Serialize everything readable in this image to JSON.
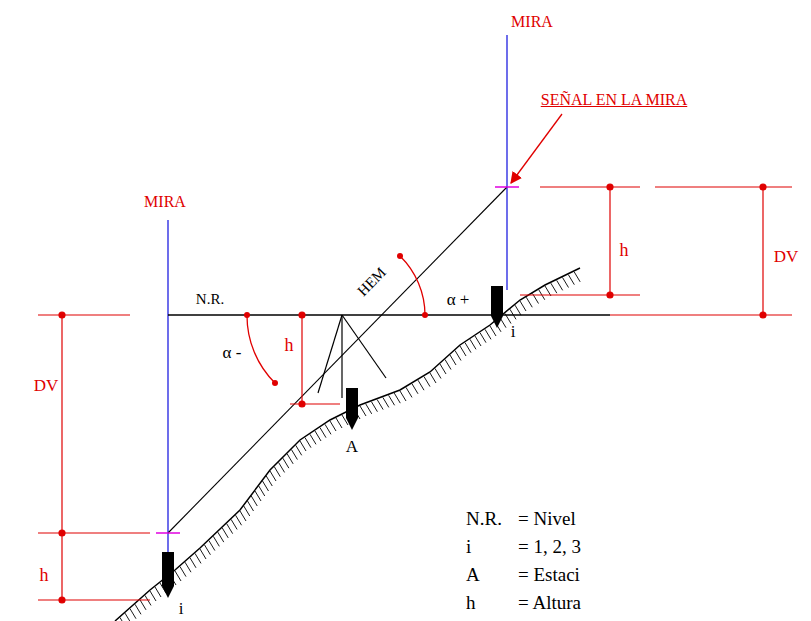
{
  "diagram": {
    "labels": [
      "MIRA",
      "SEÑAL EN LA MIRA",
      "MIRA",
      "h",
      "DV",
      "HEM",
      "α +",
      "N.R.",
      "α -",
      "h",
      "DV",
      "h",
      "i",
      "A",
      "i",
      "N.R.",
      "= Nivel",
      "i",
      "= 1, 2, 3",
      "A",
      "= Estaci",
      "h",
      "= Altura"
    ]
  }
}
